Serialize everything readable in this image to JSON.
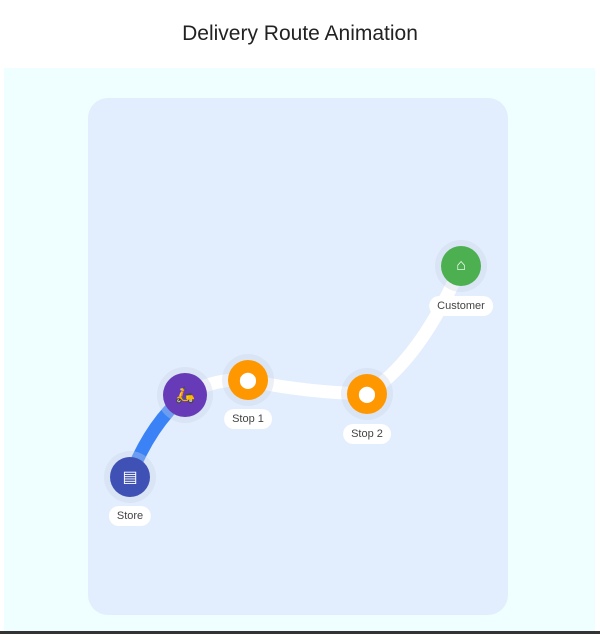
{
  "title": "Delivery Route Animation",
  "stops": [
    {
      "label": "Store",
      "icon": "store-icon",
      "color": "#3f51b5"
    },
    {
      "label": "Stop 1",
      "icon": "location-pin-icon",
      "color": "#ff9800"
    },
    {
      "label": "Stop 2",
      "icon": "location-pin-icon",
      "color": "#ff9800"
    },
    {
      "label": "Customer",
      "icon": "home-icon",
      "color": "#4caf50"
    }
  ],
  "courier": {
    "icon": "scooter-icon",
    "color": "#673ab7"
  },
  "route": {
    "progress_color": "#3b82f6",
    "remaining_color": "#ffffff"
  }
}
